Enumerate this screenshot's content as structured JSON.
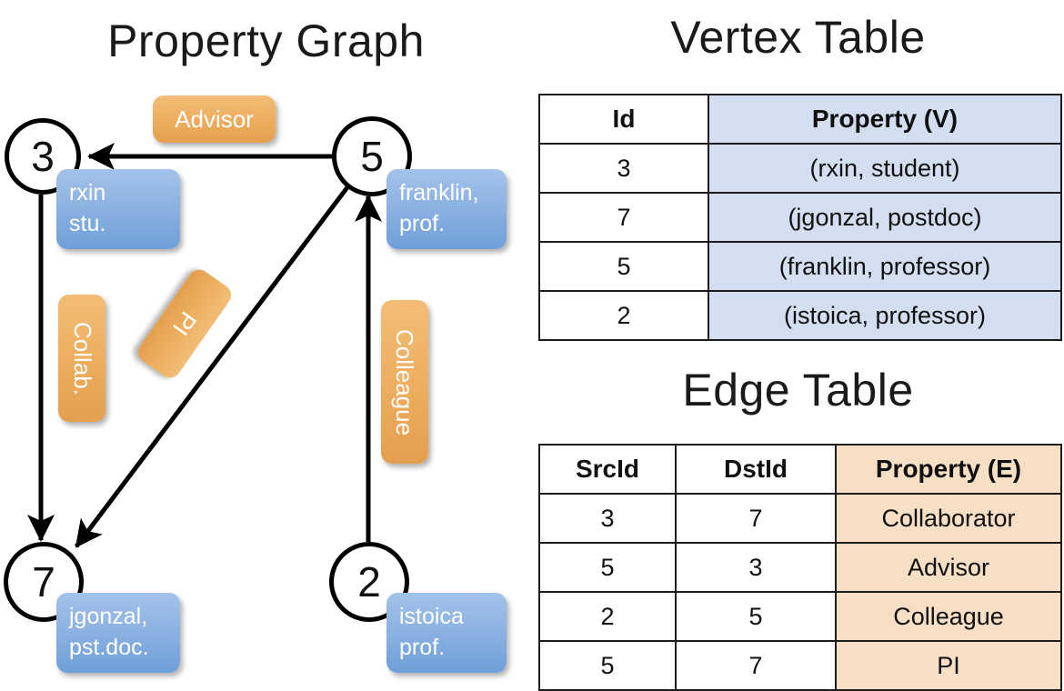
{
  "titles": {
    "graph": "Property Graph",
    "vertex_table": "Vertex Table",
    "edge_table": "Edge Table"
  },
  "graph": {
    "nodes": [
      {
        "id": "3",
        "property_line1": "rxin",
        "property_line2": "stu."
      },
      {
        "id": "5",
        "property_line1": "franklin,",
        "property_line2": "prof."
      },
      {
        "id": "7",
        "property_line1": "jgonzal,",
        "property_line2": "pst.doc."
      },
      {
        "id": "2",
        "property_line1": "istoica",
        "property_line2": "prof."
      }
    ],
    "edge_labels": {
      "advisor": "Advisor",
      "collab": "Collab.",
      "pi": "PI",
      "colleague": "Colleague"
    },
    "edges": [
      {
        "src": "5",
        "dst": "3",
        "label": "Advisor"
      },
      {
        "src": "3",
        "dst": "7",
        "label": "Collab."
      },
      {
        "src": "5",
        "dst": "7",
        "label": "PI"
      },
      {
        "src": "2",
        "dst": "5",
        "label": "Colleague"
      }
    ]
  },
  "vertex_table": {
    "columns": [
      "Id",
      "Property (V)"
    ],
    "rows": [
      {
        "id": "3",
        "property": "(rxin, student)"
      },
      {
        "id": "7",
        "property": "(jgonzal, postdoc)"
      },
      {
        "id": "5",
        "property": "(franklin, professor)"
      },
      {
        "id": "2",
        "property": "(istoica, professor)"
      }
    ]
  },
  "edge_table": {
    "columns": [
      "SrcId",
      "DstId",
      "Property (E)"
    ],
    "rows": [
      {
        "src": "3",
        "dst": "7",
        "property": "Collaborator"
      },
      {
        "src": "5",
        "dst": "3",
        "property": "Advisor"
      },
      {
        "src": "2",
        "dst": "5",
        "property": "Colleague"
      },
      {
        "src": "5",
        "dst": "7",
        "property": "PI"
      }
    ]
  },
  "colors": {
    "vertex_property_fill": "#d3dff1",
    "edge_property_fill": "#f7dfc6",
    "node_badge_blue": "#8db3e2",
    "edge_badge_orange": "#eeb063",
    "stroke": "#000000"
  }
}
